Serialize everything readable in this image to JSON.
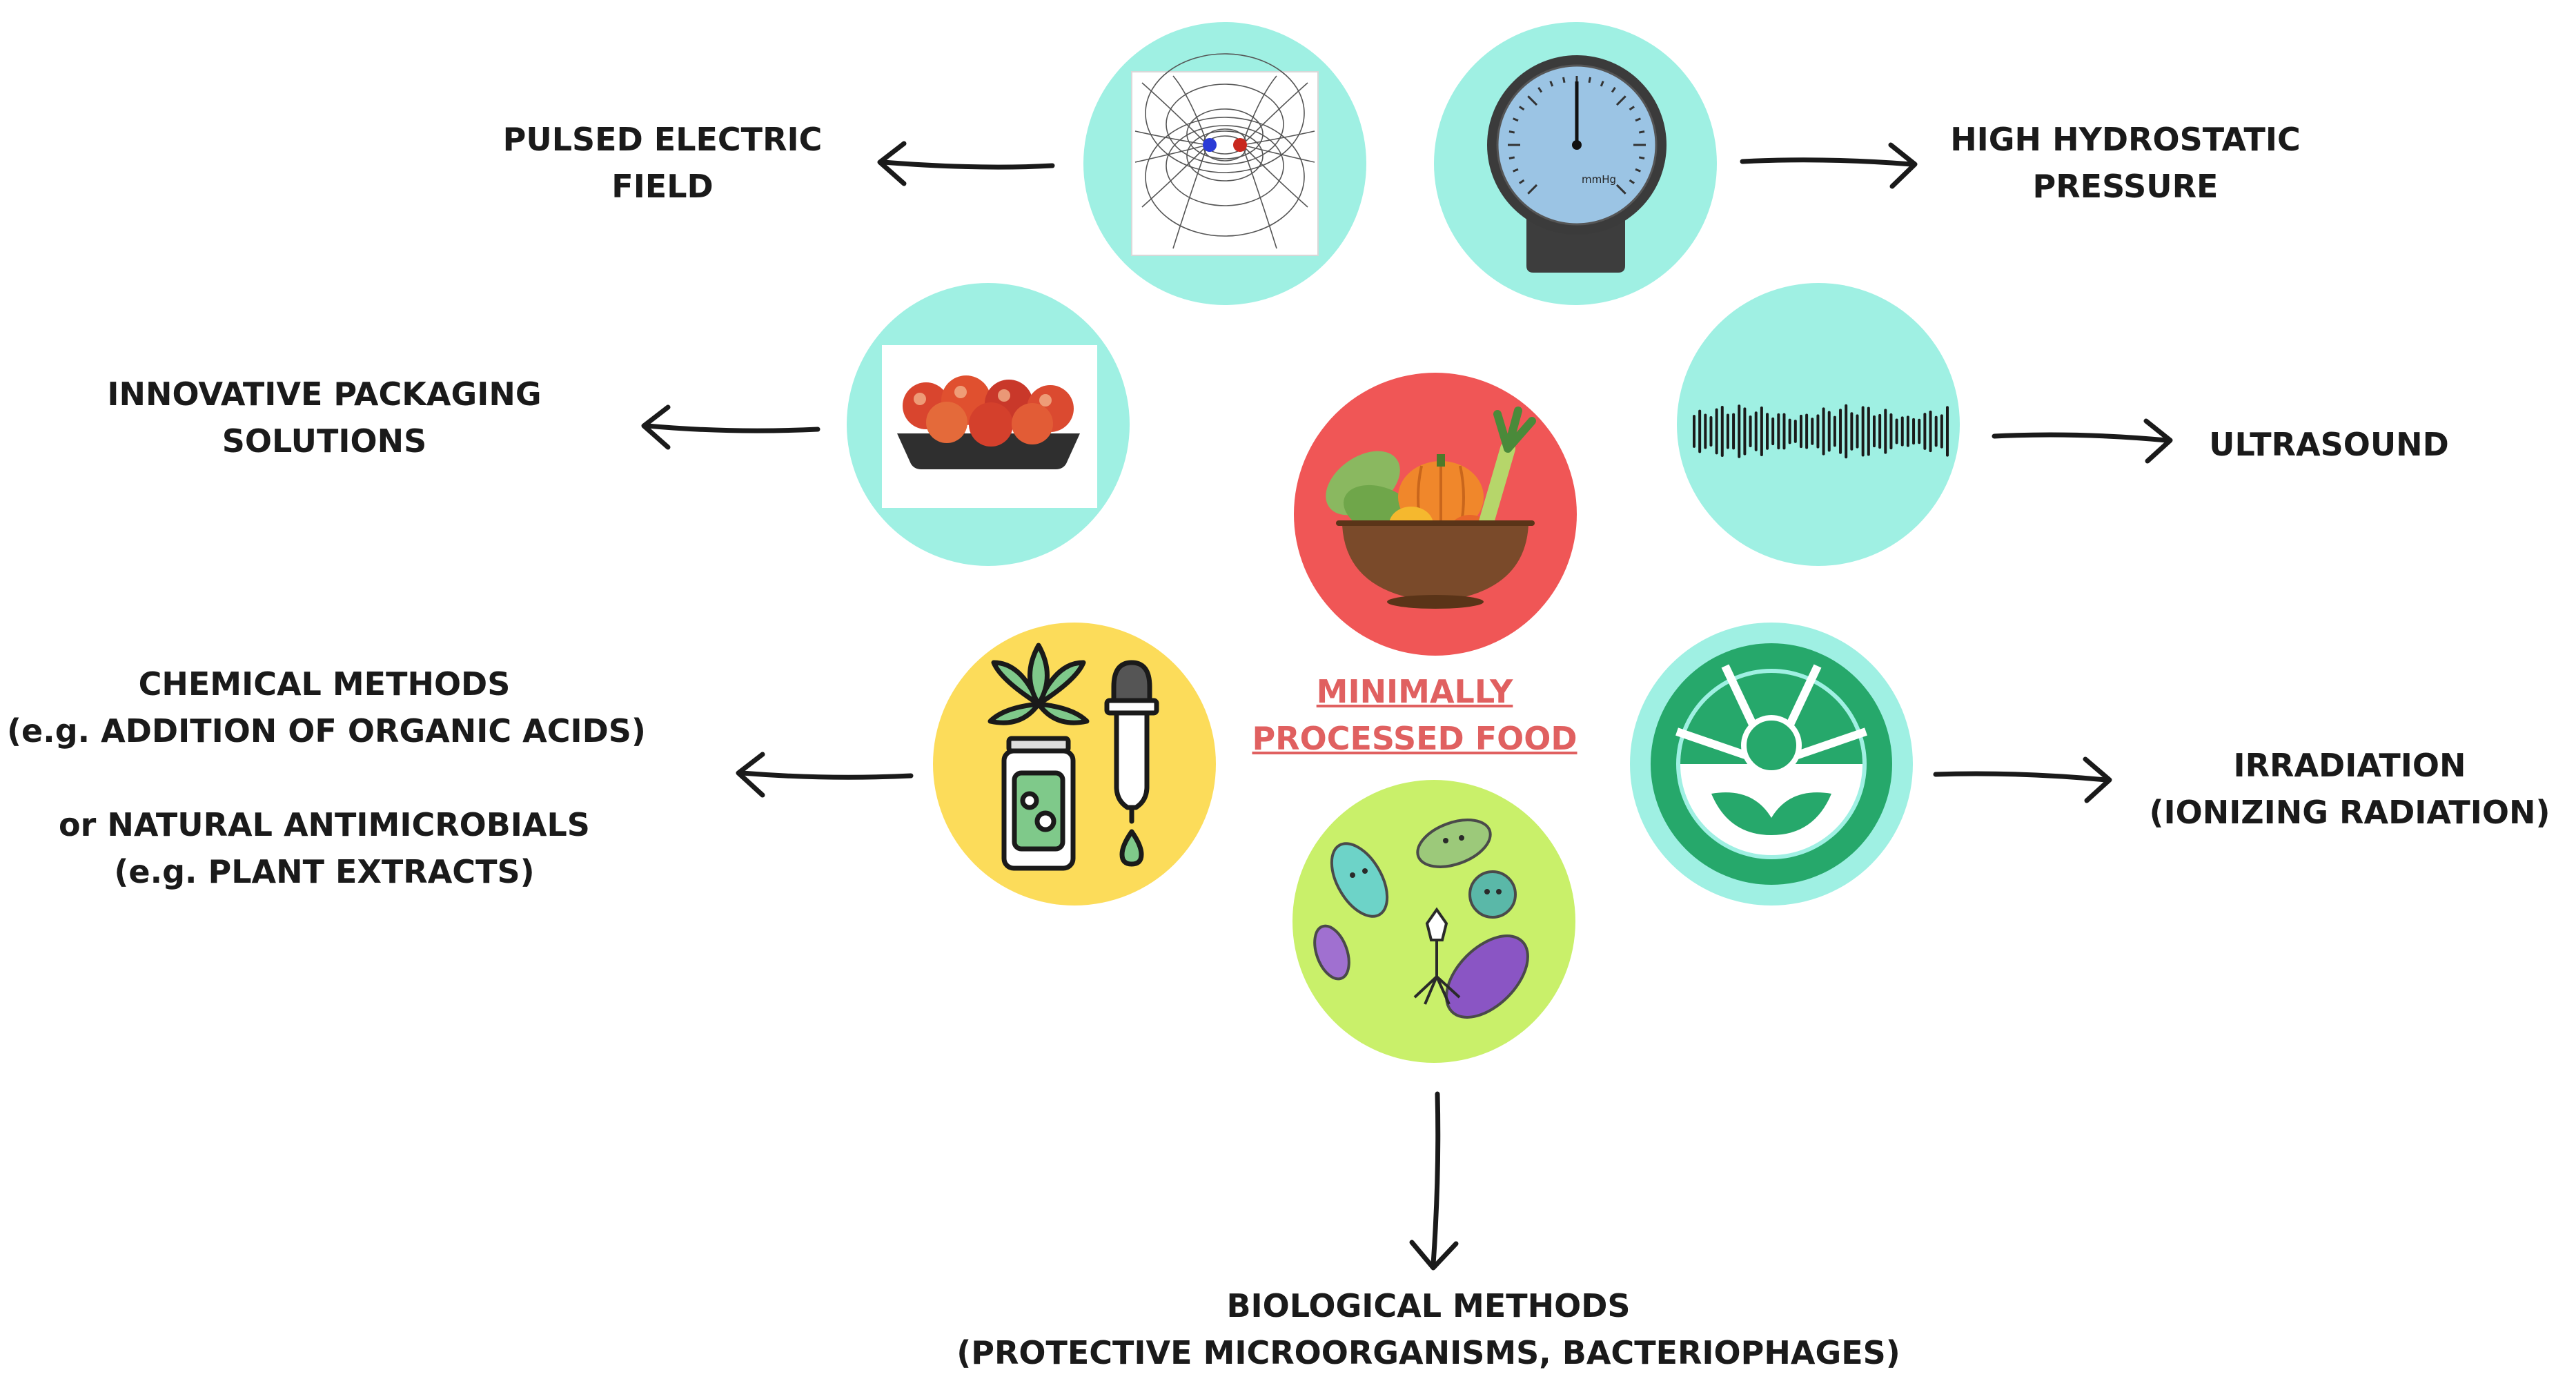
{
  "center": {
    "line1": "MINIMALLY",
    "line2": "PROCESSED FOOD"
  },
  "methods": {
    "pulsed_electric_field": {
      "line1": "PULSED ELECTRIC",
      "line2": "FIELD"
    },
    "high_hydrostatic_pressure": {
      "line1": "HIGH HYDROSTATIC",
      "line2": "PRESSURE"
    },
    "innovative_packaging": {
      "line1": "INNOVATIVE PACKAGING",
      "line2": "SOLUTIONS"
    },
    "ultrasound": {
      "line1": "ULTRASOUND"
    },
    "chemical_methods": {
      "line1": "CHEMICAL METHODS",
      "line2": "(e.g. ADDITION OF ORGANIC ACIDS)",
      "line3": "or NATURAL ANTIMICROBIALS",
      "line4": "(e.g. PLANT EXTRACTS)"
    },
    "irradiation": {
      "line1": "IRRADIATION",
      "line2": "(IONIZING RADIATION)"
    },
    "biological_methods": {
      "line1": "BIOLOGICAL METHODS",
      "line2": "(PROTECTIVE MICROORGANISMS, BACTERIOPHAGES)"
    }
  },
  "gauge": {
    "unit": "mmHg"
  },
  "colors": {
    "teal": "#9ff0e3",
    "red": "#f05656",
    "yellow": "#fcdc5a",
    "green": "#c9f06a",
    "irradiation_green": "#26a86b",
    "center_text": "#e06060",
    "arrow": "#1a1a1a"
  }
}
